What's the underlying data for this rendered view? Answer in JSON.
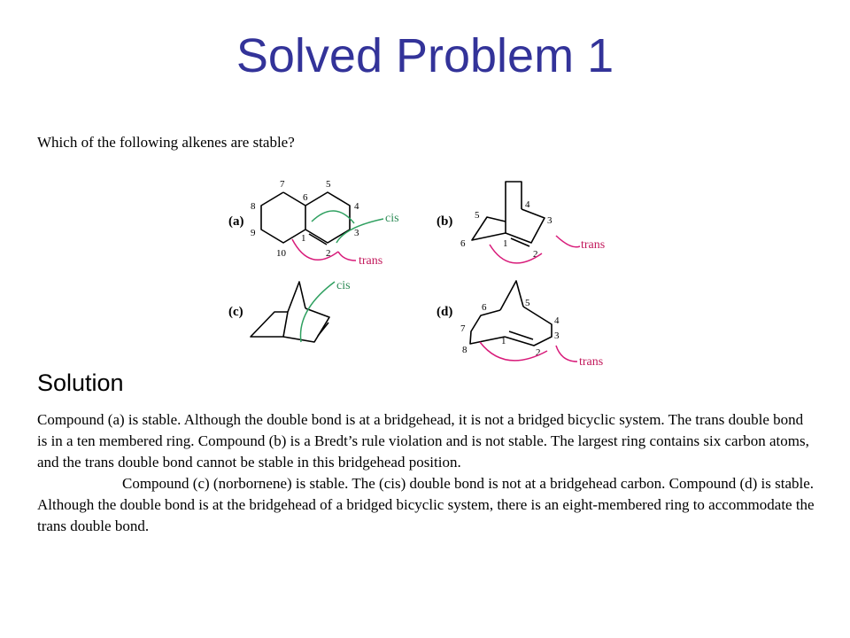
{
  "title": "Solved Problem 1",
  "question": "Which of the following alkenes are stable?",
  "figure": {
    "a": {
      "label": "(a)",
      "nums": [
        "1",
        "2",
        "3",
        "4",
        "5",
        "6",
        "7",
        "8",
        "9",
        "10"
      ],
      "cis": "cis",
      "trans": "trans"
    },
    "b": {
      "label": "(b)",
      "nums": [
        "1",
        "2",
        "3",
        "4",
        "5",
        "6"
      ],
      "trans": "trans"
    },
    "c": {
      "label": "(c)",
      "cis": "cis"
    },
    "d": {
      "label": "(d)",
      "nums": [
        "1",
        "2",
        "3",
        "4",
        "5",
        "6",
        "7",
        "8"
      ],
      "trans": "trans"
    },
    "colors": {
      "cis": "#2fa060",
      "trans": "#d81b7a"
    }
  },
  "solution": {
    "heading": "Solution",
    "paragraph1": "Compound (a) is stable. Although the double bond is at a bridgehead, it is not a bridged bicyclic system. The trans double bond is in a ten membered ring. Compound (b) is a Bredt’s rule violation and is not stable. The largest ring contains six carbon atoms, and the trans double bond cannot be stable in this bridgehead position.",
    "paragraph2": "Compound (c) (norbornene) is stable. The (cis) double bond is not at a bridgehead carbon. Compound (d) is stable. Although the double bond is at the bridgehead of a bridged bicyclic system, there is an eight-membered ring to accommodate the trans double bond."
  }
}
